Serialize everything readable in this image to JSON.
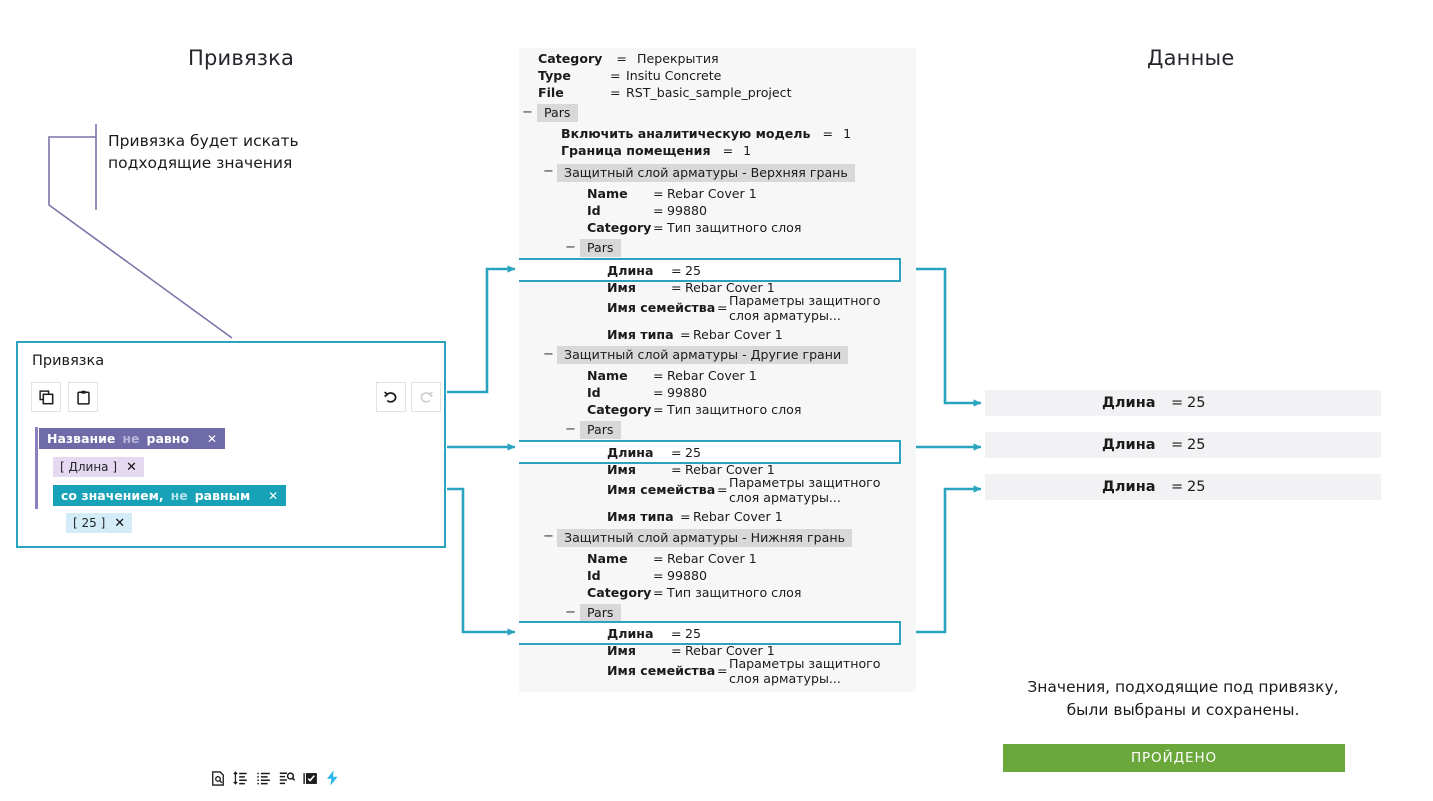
{
  "headings": {
    "left": "Привязка",
    "right": "Данные"
  },
  "callout": {
    "line1": "Привязка будет искать",
    "line2": "подходящие значения",
    "stroke_color": "#7a74a8"
  },
  "binding_panel": {
    "title": "Привязка",
    "border_color": "#2aa3bf",
    "accent_color": "#8b7fc0",
    "buttons": [
      {
        "name": "copy-button",
        "icon": "copy-icon",
        "enabled": true
      },
      {
        "name": "paste-button",
        "icon": "clipboard-icon",
        "enabled": true
      },
      {
        "name": "undo-button",
        "icon": "undo-icon",
        "enabled": true
      },
      {
        "name": "redo-button",
        "icon": "redo-icon",
        "enabled": false
      }
    ],
    "toolbar_icons": [
      "document-search-icon",
      "sort-list-icon",
      "list-icon",
      "list-search-icon",
      "checkbox-checked-icon",
      "lightning-bolt-icon"
    ],
    "rule_chip": {
      "field": "Название",
      "negation": "не",
      "operator": "равно",
      "close": "✕",
      "bg": "#6f6aa8"
    },
    "value_chip": {
      "text": "[ Длина ]",
      "close": "✕",
      "bg": "#e5d9f2"
    },
    "condition_chip": {
      "prefix": "со значением,",
      "negation": "не",
      "operator": "равным",
      "close": "✕",
      "bg": "#17a2b8"
    },
    "number_chip": {
      "text": "[ 25 ]",
      "close": "✕",
      "bg": "#d3ecf7"
    }
  },
  "tree": {
    "header": [
      {
        "key": "Category",
        "eq": "=",
        "value": "Перекрытия"
      },
      {
        "key": "Type",
        "eq": "=",
        "value": "Insitu Concrete"
      },
      {
        "key": "File",
        "eq": "=",
        "value": "RST_basic_sample_project"
      }
    ],
    "root_group": "Pars",
    "root_params": [
      {
        "key": "Включить аналитическую модель",
        "eq": "=",
        "value": "1"
      },
      {
        "key": "Граница помещения",
        "eq": "=",
        "value": "1"
      }
    ],
    "sections": [
      {
        "title": "Защитный слой арматуры - Верхняя грань",
        "props": [
          {
            "key": "Name",
            "eq": "=",
            "value": "Rebar Cover 1"
          },
          {
            "key": "Id",
            "eq": "=",
            "value": "99880"
          },
          {
            "key": "Category",
            "eq": "=",
            "value": "Тип защитного слоя"
          }
        ],
        "pars_label": "Pars",
        "pars": [
          {
            "key": "Длина",
            "eq": "=",
            "value": "25",
            "highlight": true
          },
          {
            "key": "Имя",
            "eq": "=",
            "value": "Rebar Cover 1"
          },
          {
            "key": "Имя семейства",
            "eq": "=",
            "value": "Параметры защитного слоя арматуры..."
          },
          {
            "key": "Имя типа",
            "eq": "=",
            "value": "Rebar Cover 1"
          }
        ]
      },
      {
        "title": "Защитный слой арматуры - Другие грани",
        "props": [
          {
            "key": "Name",
            "eq": "=",
            "value": "Rebar Cover 1"
          },
          {
            "key": "Id",
            "eq": "=",
            "value": "99880"
          },
          {
            "key": "Category",
            "eq": "=",
            "value": "Тип защитного слоя"
          }
        ],
        "pars_label": "Pars",
        "pars": [
          {
            "key": "Длина",
            "eq": "=",
            "value": "25",
            "highlight": true
          },
          {
            "key": "Имя",
            "eq": "=",
            "value": "Rebar Cover 1"
          },
          {
            "key": "Имя семейства",
            "eq": "=",
            "value": "Параметры защитного слоя арматуры..."
          },
          {
            "key": "Имя типа",
            "eq": "=",
            "value": "Rebar Cover 1"
          }
        ]
      },
      {
        "title": "Защитный слой арматуры - Нижняя грань",
        "props": [
          {
            "key": "Name",
            "eq": "=",
            "value": "Rebar Cover 1"
          },
          {
            "key": "Id",
            "eq": "=",
            "value": "99880"
          },
          {
            "key": "Category",
            "eq": "=",
            "value": "Тип защитного слоя"
          }
        ],
        "pars_label": "Pars",
        "pars": [
          {
            "key": "Длина",
            "eq": "=",
            "value": "25",
            "highlight": true
          },
          {
            "key": "Имя",
            "eq": "=",
            "value": "Rebar Cover 1"
          },
          {
            "key": "Имя семейства",
            "eq": "=",
            "value": "Параметры защитного слоя арматуры..."
          }
        ]
      }
    ]
  },
  "data_rows": [
    {
      "key": "Длина",
      "eq": "=",
      "value": "25"
    },
    {
      "key": "Длина",
      "eq": "=",
      "value": "25"
    },
    {
      "key": "Длина",
      "eq": "=",
      "value": "25"
    }
  ],
  "footer": {
    "note_line1": "Значения, подходящие под привязку,",
    "note_line2": "были выбраны и сохранены.",
    "badge_label": "ПРОЙДЕНО",
    "badge_color": "#6aa83b"
  },
  "connector_color": "#2aa3bf"
}
